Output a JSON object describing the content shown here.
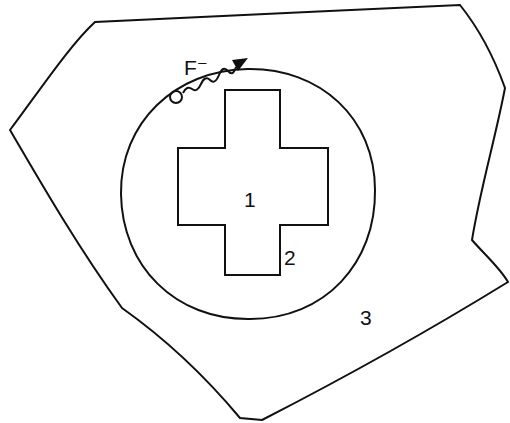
{
  "diagram": {
    "nodes": [
      {
        "text": [
          "3"
        ]
      },
      {
        "text": [
          "2"
        ],
        "in": 0
      },
      {
        "text": [
          "1"
        ],
        "in": 1
      }
    ],
    "labels": [
      "F⁻"
    ]
  }
}
